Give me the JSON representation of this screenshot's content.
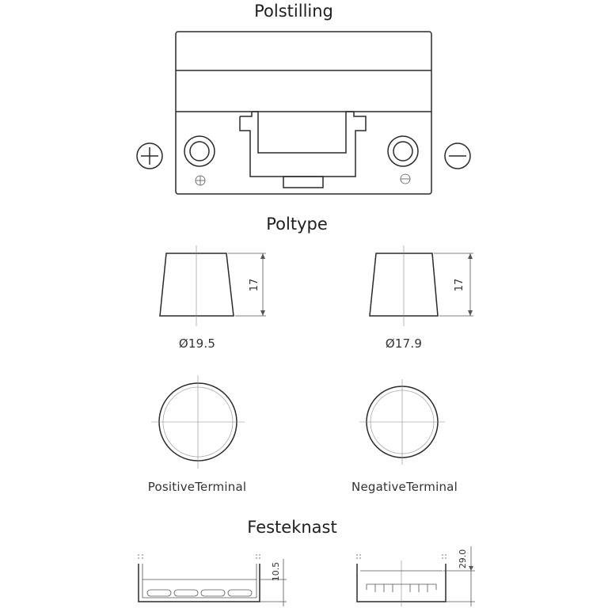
{
  "sections": {
    "layout_title": "Polstilling",
    "type_title": "Poltype",
    "ledge_title": "Festeknast"
  },
  "terminals": {
    "positive": {
      "diameter_label": "Ø19.5",
      "height_label": "17",
      "name_label": "PositiveTerminal"
    },
    "negative": {
      "diameter_label": "Ø17.9",
      "height_label": "17",
      "name_label": "NegativeTerminal"
    }
  },
  "ledges": {
    "left_height_label": "10.5",
    "right_height_label": "29.0"
  },
  "symbols": {
    "positive_symbol": "+",
    "negative_symbol": "−"
  }
}
